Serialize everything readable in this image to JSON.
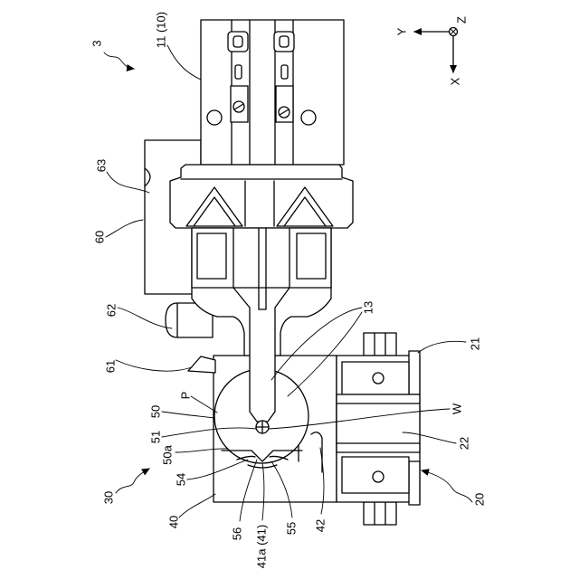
{
  "labels": {
    "r3": "3",
    "r11": "11 (10)",
    "r63": "63",
    "r60": "60",
    "r62": "62",
    "r61": "61",
    "rP": "P",
    "r50": "50",
    "r51": "51",
    "r50a": "50a",
    "r54": "54",
    "r30": "30",
    "r40": "40",
    "r56": "56",
    "r41a": "41a (41)",
    "r55": "55",
    "r42": "42",
    "r13": "13",
    "r21": "21",
    "rW": "W",
    "r22": "22",
    "r20": "20"
  },
  "axes": {
    "y": "Y",
    "z": "Z",
    "x": "X"
  },
  "colors": {
    "line": "#000000",
    "background": "#ffffff"
  }
}
